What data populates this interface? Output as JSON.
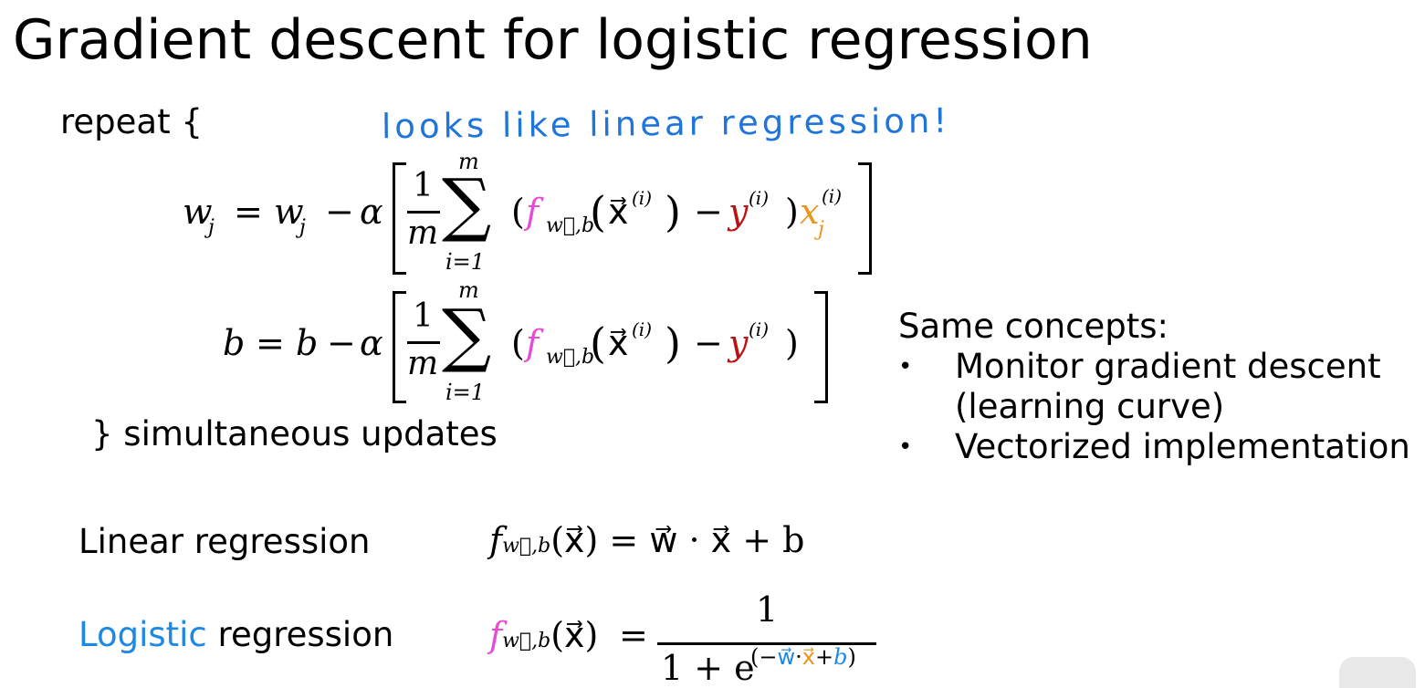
{
  "slide": {
    "title": "Gradient descent for logistic regression",
    "repeat_open": "repeat {",
    "annotation": "looks like linear regression!",
    "repeat_close": "} simultaneous updates"
  },
  "equations": {
    "update_w": {
      "lhs": "w",
      "lhs_sub": "j",
      "eq": "=",
      "rhs_var": "w",
      "rhs_sub": "j",
      "minus": "−",
      "alpha": "α",
      "frac_num": "1",
      "frac_den": "m",
      "sum_top": "m",
      "sum_bottom": "i=1",
      "f": "f",
      "f_sub": "w⃗,b",
      "x": "x⃗",
      "x_sup": "(i)",
      "y": "y",
      "y_sup": "(i)",
      "xj": "x",
      "xj_sub": "j",
      "xj_sup": "(i)"
    },
    "update_b": {
      "lhs": "b",
      "eq": "=",
      "rhs_var": "b",
      "minus": "−",
      "alpha": "α",
      "frac_num": "1",
      "frac_den": "m",
      "sum_top": "m",
      "sum_bottom": "i=1",
      "f": "f",
      "f_sub": "w⃗,b",
      "x": "x⃗",
      "x_sup": "(i)",
      "y": "y",
      "y_sup": "(i)"
    }
  },
  "concepts": {
    "heading": "Same concepts:",
    "items": [
      "Monitor gradient descent",
      "(learning curve)",
      "Vectorized implementation"
    ]
  },
  "models": {
    "linear": {
      "label": "Linear regression",
      "f": "f",
      "f_sub": "w⃗,b",
      "lhs_rest": "(x⃗)",
      "rhs": "= w⃗ · x⃗ + b"
    },
    "logistic": {
      "label_colored": "Logistic",
      "label_rest": " regression",
      "f": "f",
      "f_sub": "w⃗,b",
      "lhs_rest": "(x⃗)",
      "eq": "=",
      "num": "1",
      "den_base": "1 + e",
      "den_exp_open": "(−",
      "den_w": "w⃗",
      "den_dot": "·",
      "den_x": "x⃗",
      "den_plus": "+",
      "den_b": "b",
      "den_exp_close": ")"
    }
  },
  "colors": {
    "annotation": "#1f75d8",
    "f": "#e84ad6",
    "y": "#b81414",
    "xj": "#e8961e",
    "logistic": "#1e88e5"
  }
}
